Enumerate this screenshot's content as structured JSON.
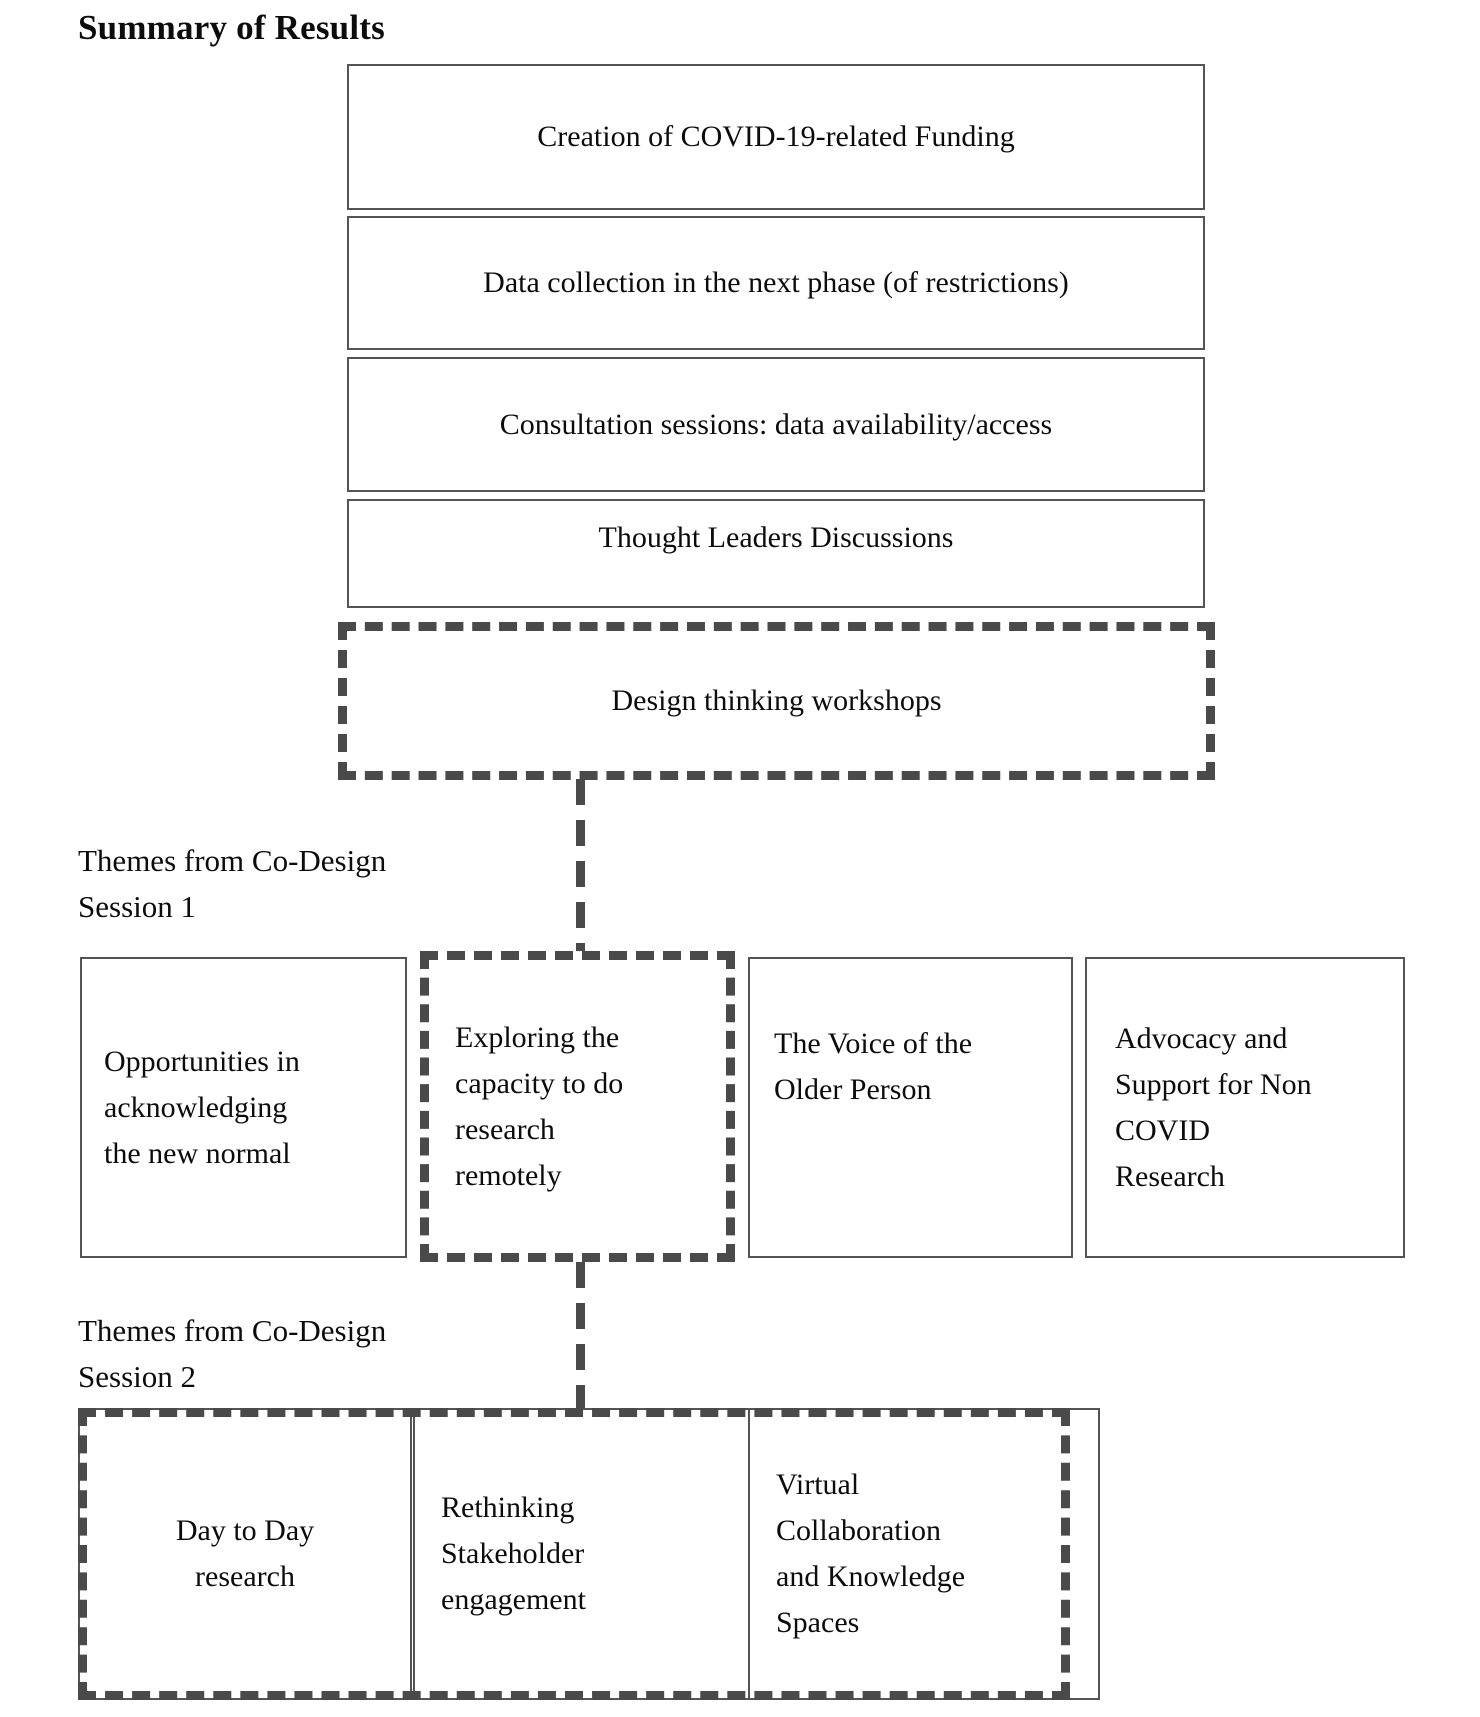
{
  "page": {
    "title": "Summary of Results"
  },
  "colors": {
    "background": "#ffffff",
    "solid_border": "#545454",
    "dashed_border": "#4a4a4a",
    "text": "#0c0c0c"
  },
  "process_stack": {
    "boxes": [
      {
        "id": "covid-funding",
        "style": "solid",
        "label": "Creation of COVID-19-related Funding"
      },
      {
        "id": "data-collection",
        "style": "solid",
        "label": "Data collection in the next phase (of restrictions)"
      },
      {
        "id": "consultation-sessions",
        "style": "solid",
        "label": "Consultation sessions: data availability/access"
      },
      {
        "id": "thought-leaders",
        "style": "solid",
        "label": "Thought Leaders Discussions"
      },
      {
        "id": "design-thinking",
        "style": "dashed",
        "label": "Design thinking workshops"
      }
    ]
  },
  "session1": {
    "heading_lines": [
      "Themes from Co-Design",
      "Session 1"
    ],
    "themes": [
      {
        "id": "new-normal",
        "style": "solid",
        "lines": [
          "Opportunities in",
          "acknowledging",
          "the new normal"
        ]
      },
      {
        "id": "remote-research",
        "style": "dashed",
        "lines": [
          "Exploring the",
          "capacity to do",
          "research",
          "remotely"
        ]
      },
      {
        "id": "older-person-voice",
        "style": "solid",
        "lines": [
          "The Voice of the",
          "Older Person"
        ]
      },
      {
        "id": "non-covid-advocacy",
        "style": "solid",
        "lines": [
          "Advocacy and",
          "Support for Non",
          "COVID",
          "Research"
        ]
      }
    ]
  },
  "session2": {
    "heading_lines": [
      "Themes from Co-Design",
      "Session 2"
    ],
    "themes": [
      {
        "id": "day-to-day",
        "lines": [
          "Day to Day",
          "research"
        ]
      },
      {
        "id": "stakeholder-engagement",
        "lines": [
          "Rethinking",
          "Stakeholder",
          "engagement"
        ]
      },
      {
        "id": "virtual-collaboration",
        "lines": [
          "Virtual",
          "Collaboration",
          "and Knowledge",
          "Spaces"
        ]
      }
    ]
  }
}
